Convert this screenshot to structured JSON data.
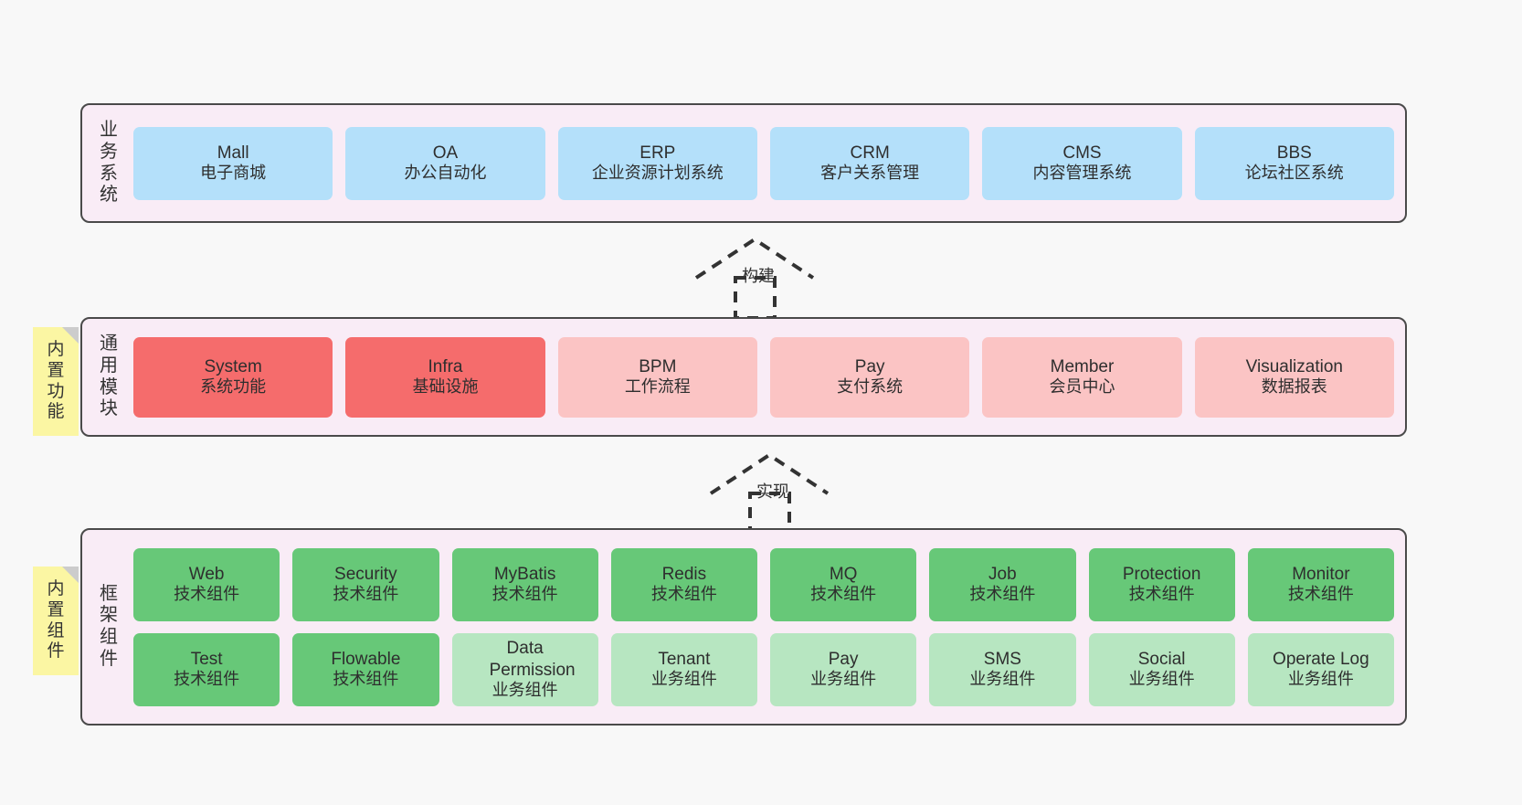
{
  "diagram": {
    "background_color": "#f8f8f8",
    "layer_bg_color": "#f9ecf6",
    "layers": [
      {
        "id": "business-systems",
        "title": "业务系统",
        "rows": [
          [
            {
              "name": "Mall",
              "desc": "电子商城",
              "style": "c-blue"
            },
            {
              "name": "OA",
              "desc": "办公自动化",
              "style": "c-blue"
            },
            {
              "name": "ERP",
              "desc": "企业资源计划系统",
              "style": "c-blue"
            },
            {
              "name": "CRM",
              "desc": "客户关系管理",
              "style": "c-blue"
            },
            {
              "name": "CMS",
              "desc": "内容管理系统",
              "style": "c-blue"
            },
            {
              "name": "BBS",
              "desc": "论坛社区系统",
              "style": "c-blue"
            }
          ]
        ]
      },
      {
        "id": "common-modules",
        "title": "通用模块",
        "note": "内置功能",
        "rows": [
          [
            {
              "name": "System",
              "desc": "系统功能",
              "style": "c-red"
            },
            {
              "name": "Infra",
              "desc": "基础设施",
              "style": "c-red"
            },
            {
              "name": "BPM",
              "desc": "工作流程",
              "style": "c-pink"
            },
            {
              "name": "Pay",
              "desc": "支付系统",
              "style": "c-pink"
            },
            {
              "name": "Member",
              "desc": "会员中心",
              "style": "c-pink"
            },
            {
              "name": "Visualization",
              "desc": "数据报表",
              "style": "c-pink"
            }
          ]
        ]
      },
      {
        "id": "framework-components",
        "title": "框架组件",
        "note": "内置组件",
        "rows": [
          [
            {
              "name": "Web",
              "desc": "技术组件",
              "style": "c-green"
            },
            {
              "name": "Security",
              "desc": "技术组件",
              "style": "c-green"
            },
            {
              "name": "MyBatis",
              "desc": "技术组件",
              "style": "c-green"
            },
            {
              "name": "Redis",
              "desc": "技术组件",
              "style": "c-green"
            },
            {
              "name": "MQ",
              "desc": "技术组件",
              "style": "c-green"
            },
            {
              "name": "Job",
              "desc": "技术组件",
              "style": "c-green"
            },
            {
              "name": "Protection",
              "desc": "技术组件",
              "style": "c-green"
            },
            {
              "name": "Monitor",
              "desc": "技术组件",
              "style": "c-green"
            }
          ],
          [
            {
              "name": "Test",
              "desc": "技术组件",
              "style": "c-green"
            },
            {
              "name": "Flowable",
              "desc": "技术组件",
              "style": "c-green"
            },
            {
              "name": "Data Permission",
              "desc": "业务组件",
              "style": "c-lgreen"
            },
            {
              "name": "Tenant",
              "desc": "业务组件",
              "style": "c-lgreen"
            },
            {
              "name": "Pay",
              "desc": "业务组件",
              "style": "c-lgreen"
            },
            {
              "name": "SMS",
              "desc": "业务组件",
              "style": "c-lgreen"
            },
            {
              "name": "Social",
              "desc": "业务组件",
              "style": "c-lgreen"
            },
            {
              "name": "Operate Log",
              "desc": "业务组件",
              "style": "c-lgreen"
            }
          ]
        ]
      }
    ],
    "arrows": [
      {
        "id": "arrow-build",
        "label": "构建"
      },
      {
        "id": "arrow-implement",
        "label": "实现"
      }
    ],
    "colors": {
      "blue": "#b4e0fa",
      "red": "#f56c6c",
      "pink": "#fbc4c4",
      "green": "#67c878",
      "light_green": "#b7e6c1",
      "note_yellow": "#fbf6a3",
      "layer_bg": "#f9ecf6",
      "border": "#4a4a4a"
    }
  }
}
